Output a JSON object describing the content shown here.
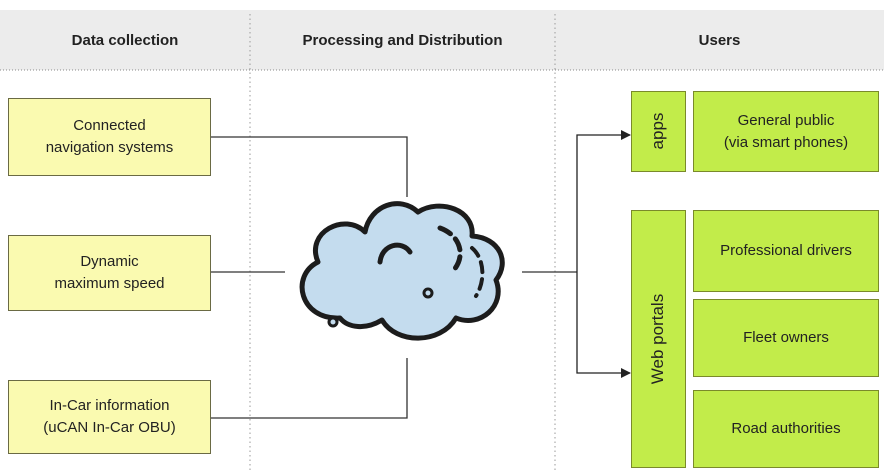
{
  "columns": {
    "data_collection": "Data collection",
    "processing": "Processing and Distribution",
    "users": "Users"
  },
  "sources": [
    {
      "line1": "Connected",
      "line2": "navigation systems"
    },
    {
      "line1": "Dynamic",
      "line2": "maximum speed"
    },
    {
      "line1": "In-Car information",
      "line2": "(uCAN In-Car OBU)"
    }
  ],
  "channels": {
    "apps": "apps",
    "web_portals": "Web portals"
  },
  "users": {
    "general_public": {
      "line1": "General public",
      "line2": "(via smart phones)"
    },
    "professional_drivers": "Professional drivers",
    "fleet_owners": "Fleet owners",
    "road_authorities": "Road authorities"
  },
  "colors": {
    "source_fill": "#fafab0",
    "user_fill": "#c2ec4a",
    "header_fill": "#ececec",
    "cloud_fill": "#c4dcee"
  },
  "icons": {
    "cloud": "cloud-icon"
  }
}
